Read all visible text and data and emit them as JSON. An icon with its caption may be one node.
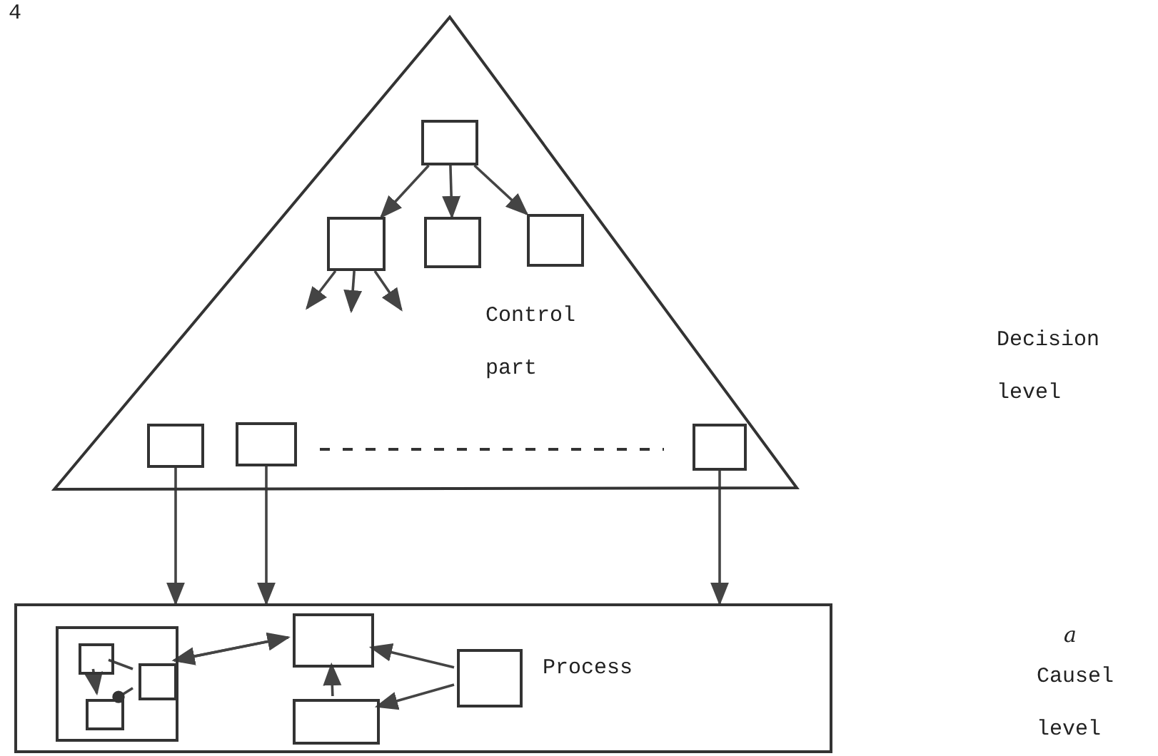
{
  "diagram": {
    "nodes": [
      {
        "text": [
          "Control part"
        ]
      },
      {
        "text": [],
        "shape": "box",
        "in": 0
      },
      {
        "text": [],
        "shape": "box",
        "in": 0
      },
      {
        "text": [],
        "shape": "box",
        "in": 0
      },
      {
        "text": [],
        "shape": "box",
        "in": 0
      },
      {
        "text": [],
        "shape": "box",
        "in": 0
      },
      {
        "text": [],
        "shape": "box",
        "in": 0
      },
      {
        "text": [],
        "shape": "box",
        "in": 0
      },
      {
        "text": [
          "Process"
        ]
      },
      {
        "text": [],
        "shape": "box",
        "in": 8
      },
      {
        "text": [],
        "shape": "box",
        "in": 9
      },
      {
        "text": [],
        "shape": "box",
        "in": 9
      },
      {
        "text": [],
        "shape": "box",
        "in": 9
      },
      {
        "text": [],
        "shape": "box",
        "in": 8
      },
      {
        "text": [],
        "shape": "box",
        "in": 8
      },
      {
        "text": [],
        "shape": "box",
        "in": 8
      }
    ],
    "edges": [
      {
        "from": 1,
        "to": 2,
        "arrow": "to"
      },
      {
        "from": 1,
        "to": 3,
        "arrow": "to"
      },
      {
        "from": 1,
        "to": 4,
        "arrow": "to"
      },
      {
        "from": 2,
        "to": null,
        "arrow": "to"
      },
      {
        "from": 2,
        "to": null,
        "arrow": "to"
      },
      {
        "from": 2,
        "to": null,
        "arrow": "to"
      },
      {
        "from": 5,
        "to": 8,
        "arrow": "to"
      },
      {
        "from": 6,
        "to": 8,
        "arrow": "to"
      },
      {
        "from": 7,
        "to": 8,
        "arrow": "to"
      },
      {
        "from": 10,
        "to": 12,
        "arrow": "to"
      },
      {
        "from": 10,
        "to": 11,
        "arrow": "none"
      },
      {
        "from": 11,
        "to": 12,
        "arrow": "other"
      },
      {
        "from": 9,
        "to": 13,
        "arrow": "to"
      },
      {
        "from": 13,
        "to": 9,
        "arrow": "to"
      },
      {
        "from": 15,
        "to": 13,
        "arrow": "to"
      },
      {
        "from": 15,
        "to": 14,
        "arrow": "to"
      },
      {
        "from": 14,
        "to": 13,
        "arrow": "to"
      }
    ],
    "labels": [
      "4",
      "Decision level",
      "a",
      "Causel level"
    ]
  }
}
